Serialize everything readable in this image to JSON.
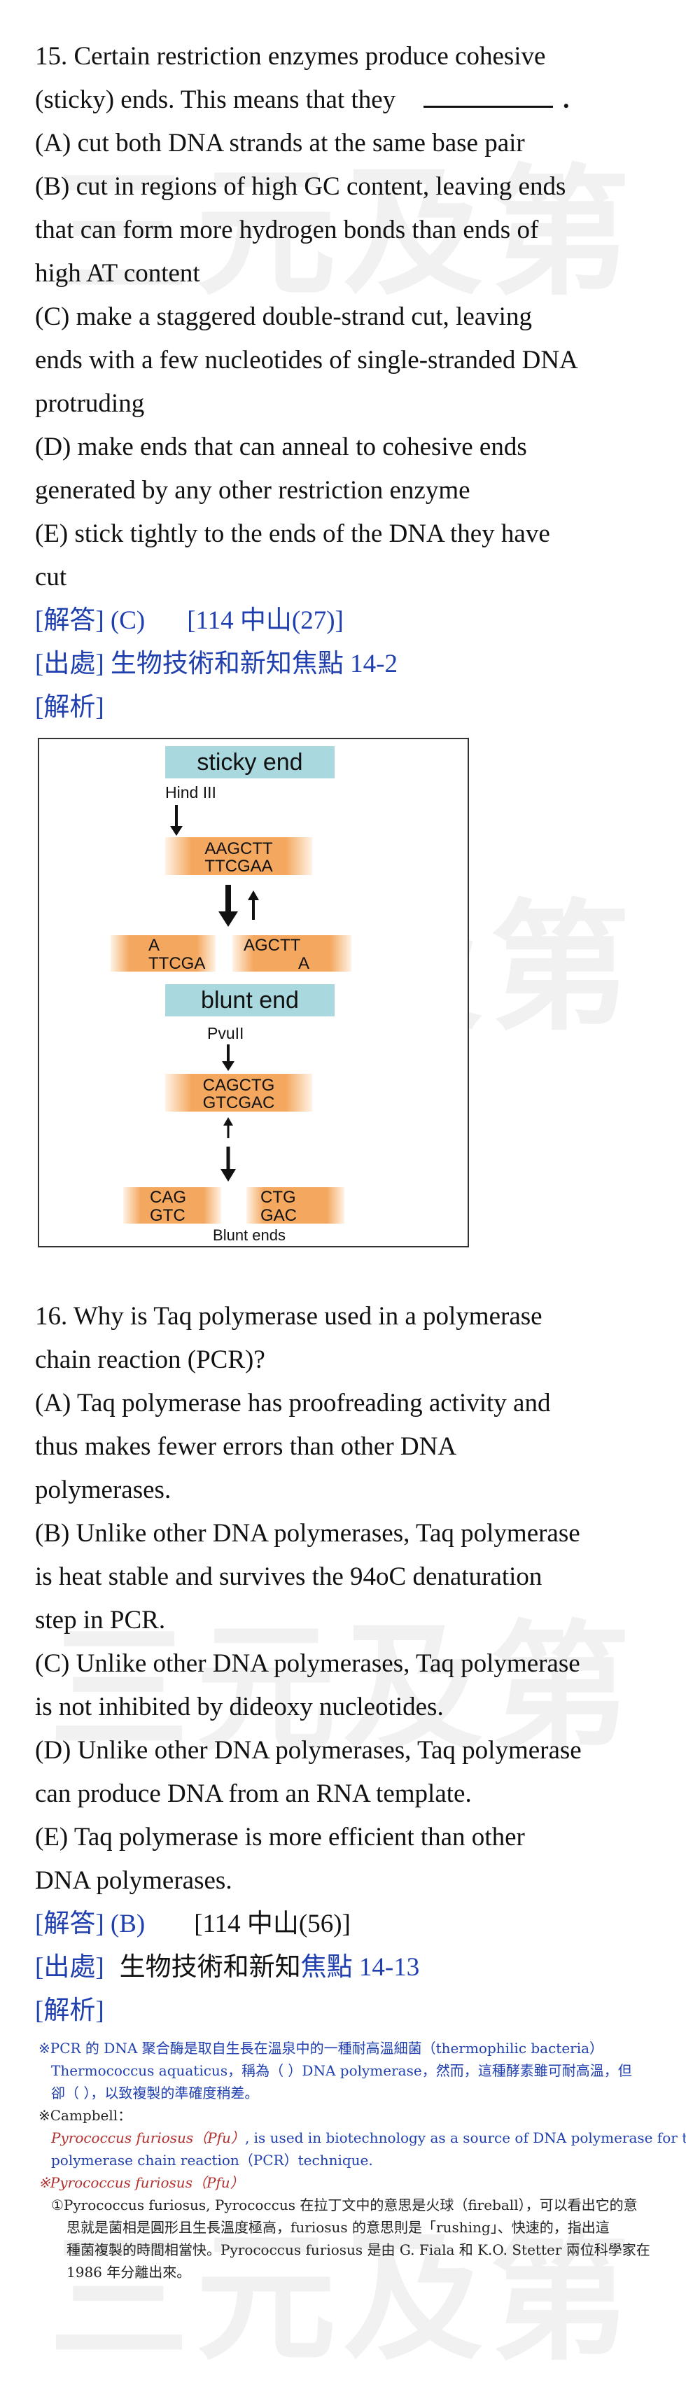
{
  "q15": {
    "line1": "15. Certain restriction enzymes produce cohesive",
    "line2": "(sticky) ends. This means that    they",
    "line2_end": ".",
    "opt_a": "(A) cut both DNA strands at the same base pair",
    "opt_b1": "(B) cut in regions of high GC content, leaving ends",
    "opt_b2": "that can form more hydrogen bonds than ends of",
    "opt_b3": "high AT content",
    "opt_c1": "(C) make a staggered double-strand cut, leaving",
    "opt_c2": "ends with a few nucleotides of single-stranded DNA",
    "opt_c3": "protruding",
    "opt_d1": "(D) make ends that can anneal to cohesive ends",
    "opt_d2": "generated by any other restriction enzyme",
    "opt_e1": "(E) stick tightly to the ends of the DNA they have",
    "opt_e2": "cut",
    "answer_label": "[解答] (C)",
    "answer_ref": "[114 中山(27)]",
    "source": "[出處]  生物技術和新知焦點 14-2",
    "analysis": "[解析]"
  },
  "figure": {
    "sticky_title": "sticky end",
    "hind": "Hind III",
    "seq1_top": "AAGCTT",
    "seq1_bot": "TTCGAA",
    "left_top": "A",
    "left_bot": "TTCGA",
    "right_top": "AGCTT",
    "right_bot": "A",
    "blunt_title": "blunt end",
    "pvu": "PvuII",
    "seq2_top": "CAGCTG",
    "seq2_bot": "GTCGAC",
    "bl_left_top": "CAG",
    "bl_left_bot": "GTC",
    "bl_right_top": "CTG",
    "bl_right_bot": "GAC",
    "blunt_caption": "Blunt ends"
  },
  "q16": {
    "line1": "16. Why is Taq polymerase used in a polymerase",
    "line2": "chain reaction (PCR)?",
    "opt_a1": "(A) Taq polymerase has proofreading activity and",
    "opt_a2": "thus makes fewer errors than other DNA",
    "opt_a3": "polymerases.",
    "opt_b1": "(B) Unlike other DNA polymerases, Taq polymerase",
    "opt_b2": "is heat stable and survives the 94oC denaturation",
    "opt_b3": "step in PCR.",
    "opt_c1": "(C) Unlike other DNA polymerases, Taq polymerase",
    "opt_c2": "is not inhibited by dideoxy nucleotides.",
    "opt_d1": "(D) Unlike other DNA polymerases, Taq polymerase",
    "opt_d2": "can produce DNA from an RNA template.",
    "opt_e1": "(E) Taq polymerase is more efficient than other",
    "opt_e2": "DNA polymerases.",
    "answer_label": "[解答] (B)",
    "answer_ref": "[114 中山(56)]",
    "source_label": "[出處]",
    "source_a": "生物技術和新知",
    "source_b": "焦點 14-13",
    "analysis": "[解析]"
  },
  "notes": {
    "n1": "※PCR 的 DNA 聚合酶是取自生長在溫泉中的一種耐高溫細菌（thermophilic bacteria）",
    "n2": "Thermococcus aquaticus，稱為（    ）DNA polymerase，然而，這種酵素雖可耐高溫，但",
    "n3": "卻（                ），以致複製的準確度稍差。",
    "n4": "※Campbell：",
    "n5a": "Pyrococcus furiosus（Pfu）",
    "n5b": ", is used in biotechnology as a source of DNA polymerase for the",
    "n6": "polymerase chain reaction（PCR）technique.",
    "n7": "※Pyrococcus furiosus（Pfu）",
    "n8": "①Pyrococcus furiosus, Pyrococcus 在拉丁文中的意思是火球（fireball），可以看出它的意",
    "n9": "思就是菌相是圓形且生長溫度極高，furiosus 的意思則是「rushing」、快速的，指出這",
    "n10": "種菌複製的時間相當快。Pyrococcus furiosus 是由 G. Fiala 和 K.O. Stetter 兩位科學家在",
    "n11": "1986 年分離出來。"
  },
  "watermark": "三元及第",
  "colors": {
    "accent_blue": "#1f3fae",
    "figure_teal": "#a9d8de",
    "figure_orange": "#f4a75e"
  }
}
